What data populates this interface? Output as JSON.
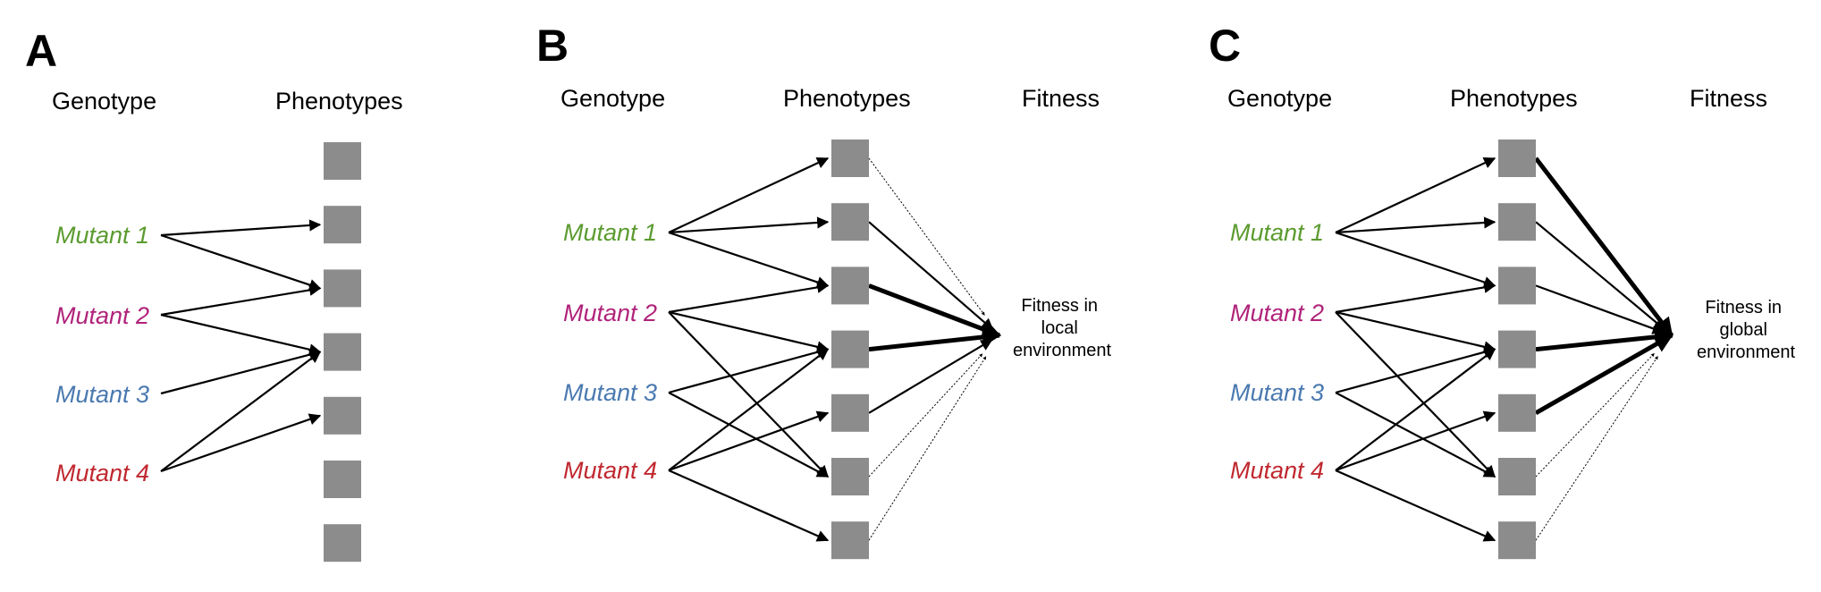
{
  "panels": [
    {
      "id": "A",
      "label": "A",
      "headers": {
        "genotype": "Genotype",
        "phenotypes": "Phenotypes",
        "fitness": ""
      },
      "mutants": [
        {
          "name": "Mutant 1",
          "color": "#5b9b2f"
        },
        {
          "name": "Mutant 2",
          "color": "#b0237a"
        },
        {
          "name": "Mutant 3",
          "color": "#4a79b0"
        },
        {
          "name": "Mutant 4",
          "color": "#c0282f"
        }
      ],
      "phenotype_count": 7,
      "edges": [
        [
          0,
          1
        ],
        [
          0,
          2
        ],
        [
          1,
          2
        ],
        [
          1,
          3
        ],
        [
          2,
          3
        ],
        [
          3,
          3
        ],
        [
          3,
          4
        ]
      ],
      "fitness_label": [],
      "fitness_edges": []
    },
    {
      "id": "B",
      "label": "B",
      "headers": {
        "genotype": "Genotype",
        "phenotypes": "Phenotypes",
        "fitness": "Fitness"
      },
      "mutants": [
        {
          "name": "Mutant 1",
          "color": "#5b9b2f"
        },
        {
          "name": "Mutant 2",
          "color": "#b0237a"
        },
        {
          "name": "Mutant 3",
          "color": "#4a79b0"
        },
        {
          "name": "Mutant 4",
          "color": "#c0282f"
        }
      ],
      "phenotype_count": 7,
      "edges": [
        [
          0,
          0
        ],
        [
          0,
          1
        ],
        [
          0,
          2
        ],
        [
          1,
          2
        ],
        [
          1,
          3
        ],
        [
          1,
          5
        ],
        [
          2,
          3
        ],
        [
          2,
          5
        ],
        [
          3,
          3
        ],
        [
          3,
          4
        ],
        [
          3,
          6
        ]
      ],
      "fitness_label": [
        "Fitness in",
        "local",
        "environment"
      ],
      "fitness_edges": [
        {
          "from": 0,
          "weight": "faint"
        },
        {
          "from": 1,
          "weight": "normal"
        },
        {
          "from": 2,
          "weight": "strong"
        },
        {
          "from": 3,
          "weight": "strong"
        },
        {
          "from": 4,
          "weight": "normal"
        },
        {
          "from": 5,
          "weight": "faint"
        },
        {
          "from": 6,
          "weight": "faint"
        }
      ]
    },
    {
      "id": "C",
      "label": "C",
      "headers": {
        "genotype": "Genotype",
        "phenotypes": "Phenotypes",
        "fitness": "Fitness"
      },
      "mutants": [
        {
          "name": "Mutant 1",
          "color": "#5b9b2f"
        },
        {
          "name": "Mutant 2",
          "color": "#b0237a"
        },
        {
          "name": "Mutant 3",
          "color": "#4a79b0"
        },
        {
          "name": "Mutant 4",
          "color": "#c0282f"
        }
      ],
      "phenotype_count": 7,
      "edges": [
        [
          0,
          0
        ],
        [
          0,
          1
        ],
        [
          0,
          2
        ],
        [
          1,
          2
        ],
        [
          1,
          3
        ],
        [
          1,
          5
        ],
        [
          2,
          3
        ],
        [
          2,
          5
        ],
        [
          3,
          3
        ],
        [
          3,
          4
        ],
        [
          3,
          6
        ]
      ],
      "fitness_label": [
        "Fitness in",
        "global",
        "environment"
      ],
      "fitness_edges": [
        {
          "from": 0,
          "weight": "strong"
        },
        {
          "from": 1,
          "weight": "normal"
        },
        {
          "from": 2,
          "weight": "normal"
        },
        {
          "from": 3,
          "weight": "strong"
        },
        {
          "from": 4,
          "weight": "strong"
        },
        {
          "from": 5,
          "weight": "faint"
        },
        {
          "from": 6,
          "weight": "faint"
        }
      ]
    }
  ]
}
